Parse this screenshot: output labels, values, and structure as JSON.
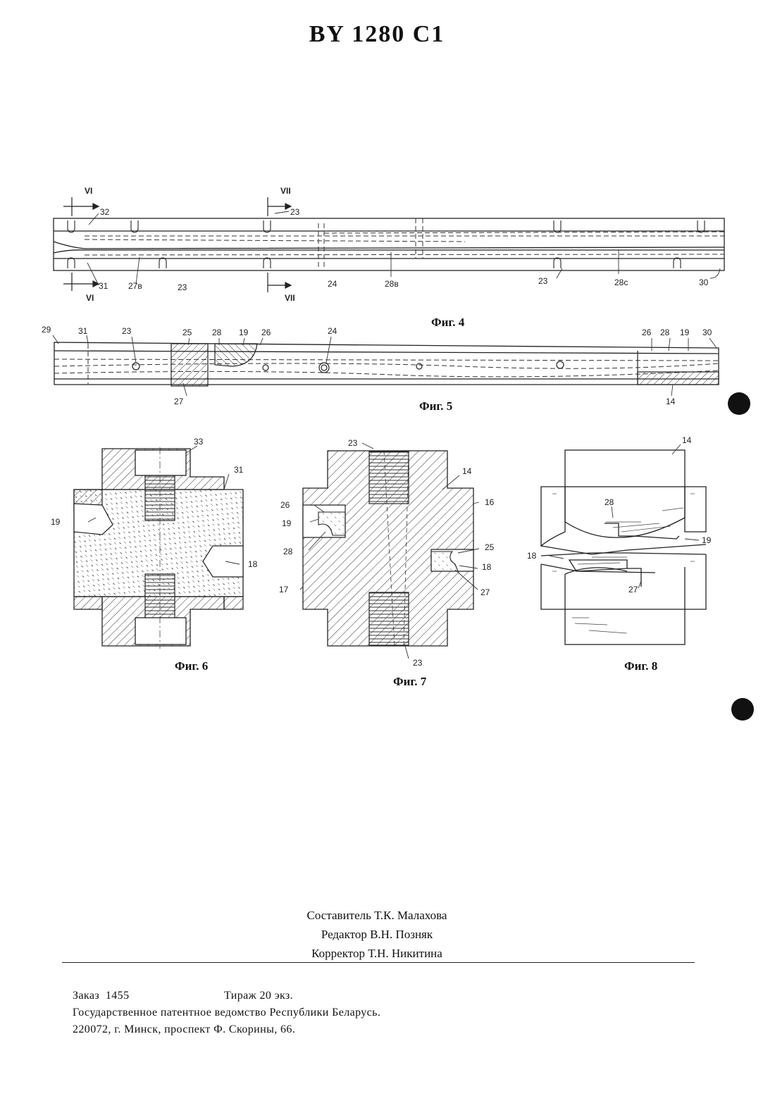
{
  "header": {
    "patent_number": "BY 1280 C1"
  },
  "figures": {
    "fig4": {
      "caption": "Фиг. 4",
      "section_marks": [
        "VI",
        "VI",
        "VII",
        "VII"
      ],
      "labels": [
        "32",
        "23",
        "31",
        "27в",
        "23",
        "24",
        "28в",
        "23",
        "28с",
        "30"
      ]
    },
    "fig5": {
      "caption": "Фиг. 5",
      "labels": [
        "29",
        "31",
        "23",
        "25",
        "28",
        "19",
        "26",
        "24",
        "26",
        "28",
        "19",
        "30",
        "27",
        "14"
      ]
    },
    "fig6": {
      "caption": "Фиг. 6",
      "labels": [
        "33",
        "31",
        "19",
        "18"
      ]
    },
    "fig7": {
      "caption": "Фиг. 7",
      "labels": [
        "23",
        "14",
        "16",
        "26",
        "19",
        "28",
        "25",
        "18",
        "17",
        "27",
        "23"
      ]
    },
    "fig8": {
      "caption": "Фиг. 8",
      "labels": [
        "14",
        "28",
        "19",
        "18",
        "27"
      ]
    }
  },
  "credits": {
    "compiler": "Составитель Т.К. Малахова",
    "editor": "Редактор В.Н. Позняк",
    "proofreader": "Корректор Т.Н. Никитина"
  },
  "imprint": {
    "order": "Заказ  1455",
    "circulation": "Тираж 20 экз.",
    "office": "Государственное патентное ведомство Республики Беларусь.",
    "address": "220072, г. Минск, проспект Ф. Скорины, 66."
  },
  "colors": {
    "ink": "#111111",
    "paper": "#ffffff"
  }
}
